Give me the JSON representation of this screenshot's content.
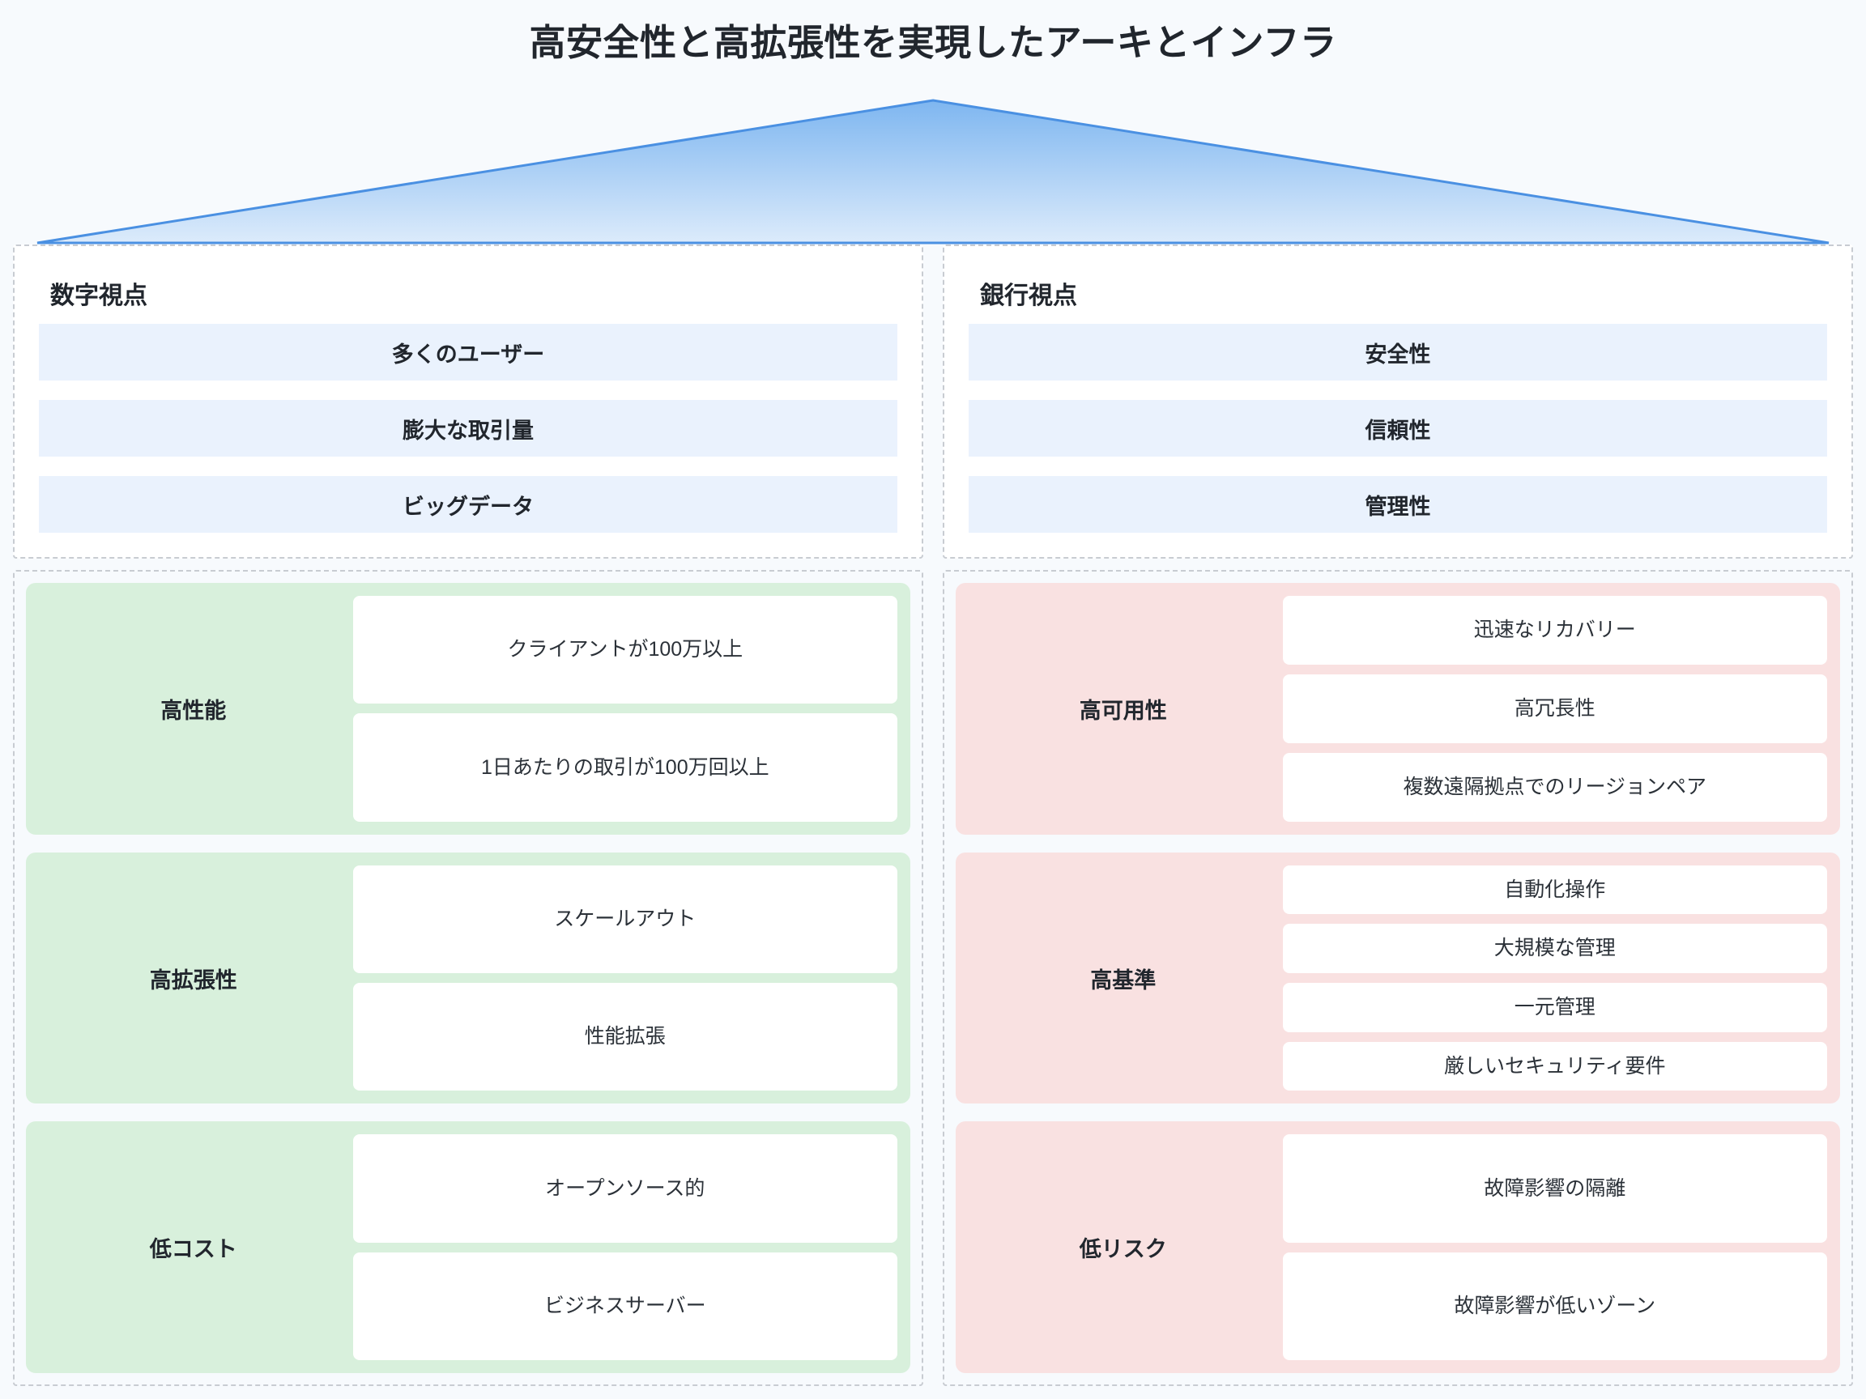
{
  "title": "高安全性と高拡張性を実現したアーキとインフラ",
  "colors": {
    "background": "#f7fafd",
    "roof_stroke": "#4a90e2",
    "roof_fill_top": "#7eb6f0",
    "roof_fill_bottom": "#dcebfb",
    "blue_bar": "#eaf2fd",
    "green_card": "#d8f0dc",
    "red_card": "#f9e1e1",
    "card_white": "#ffffff",
    "dashed_border": "#c8ccd2",
    "text": "#21262d"
  },
  "columns": [
    {
      "perspective_title": "数字視点",
      "bars": [
        "多くのユーザー",
        "膨大な取引量",
        "ビッグデータ"
      ],
      "capabilities": [
        {
          "label": "高性能",
          "tone": "green",
          "items": [
            "クライアントが100万以上",
            "1日あたりの取引が100万回以上"
          ]
        },
        {
          "label": "高拡張性",
          "tone": "green",
          "items": [
            "スケールアウト",
            "性能拡張"
          ]
        },
        {
          "label": "低コスト",
          "tone": "green",
          "items": [
            "オープンソース的",
            "ビジネスサーバー"
          ]
        }
      ]
    },
    {
      "perspective_title": "銀行視点",
      "bars": [
        "安全性",
        "信頼性",
        "管理性"
      ],
      "capabilities": [
        {
          "label": "高可用性",
          "tone": "red",
          "items": [
            "迅速なリカバリー",
            "高冗長性",
            "複数遠隔拠点でのリージョンペア"
          ]
        },
        {
          "label": "高基準",
          "tone": "red",
          "items": [
            "自動化操作",
            "大規模な管理",
            "一元管理",
            "厳しいセキュリティ要件"
          ]
        },
        {
          "label": "低リスク",
          "tone": "red",
          "items": [
            "故障影響の隔離",
            "故障影響が低いゾーン"
          ]
        }
      ]
    }
  ]
}
